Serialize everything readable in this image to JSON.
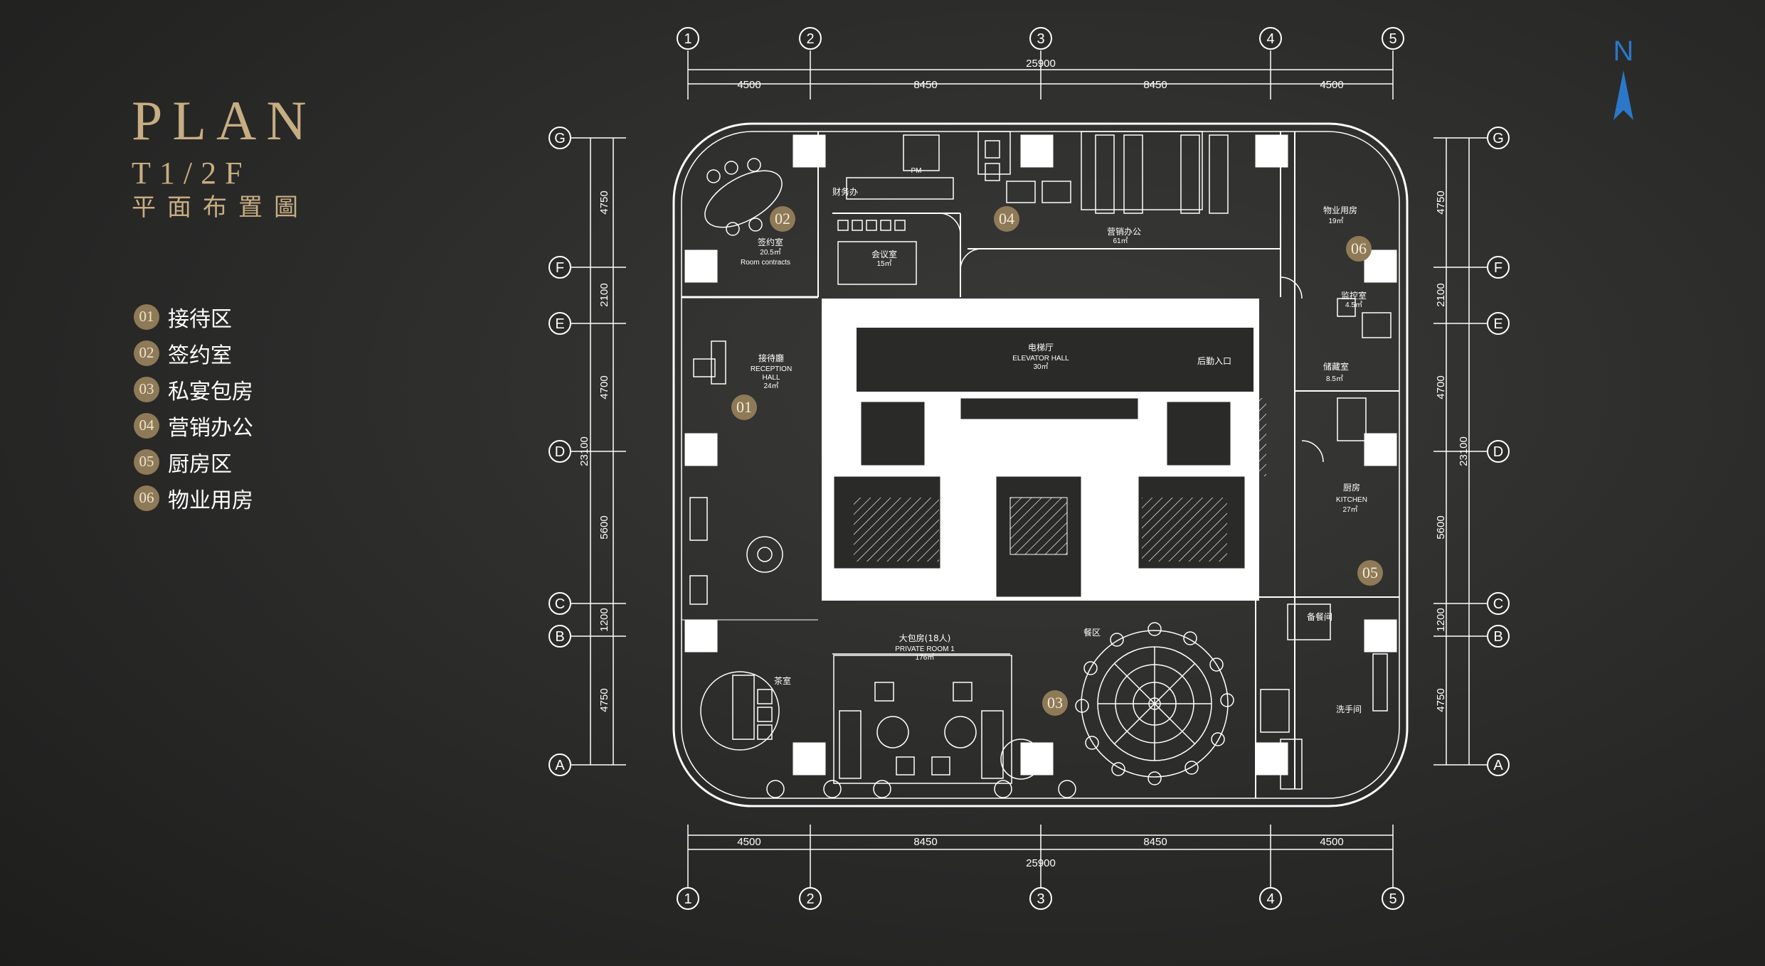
{
  "title": {
    "plan": "PLAN",
    "floor": "T1/2F",
    "subtitle": "平面布置圖"
  },
  "legend": [
    {
      "num": "01",
      "label": "接待区"
    },
    {
      "num": "02",
      "label": "签约室"
    },
    {
      "num": "03",
      "label": "私宴包房"
    },
    {
      "num": "04",
      "label": "营销办公"
    },
    {
      "num": "05",
      "label": "厨房区"
    },
    {
      "num": "06",
      "label": "物业用房"
    }
  ],
  "compass": {
    "label": "N",
    "color": "#2b78c8"
  },
  "colors": {
    "accent": "#c7ad82",
    "badge": "#8f7a57",
    "line": "#ffffff",
    "background": "#2a2a29"
  },
  "grid": {
    "columns": [
      "1",
      "2",
      "3",
      "4",
      "5"
    ],
    "rows": [
      "G",
      "F",
      "E",
      "D",
      "C",
      "B",
      "A"
    ],
    "dims_horizontal": [
      "4500",
      "8450",
      "8450",
      "4500"
    ],
    "total_horizontal": "25900",
    "dims_vertical": [
      "4750",
      "2100",
      "4700",
      "5600",
      "1200",
      "4750"
    ],
    "total_vertical": "23100"
  },
  "rooms": {
    "r01": {
      "cn": "接待廳",
      "en1": "RECEPTION",
      "en2": "HALL",
      "area": "24㎡"
    },
    "r02": {
      "cn": "签约室",
      "area": "20.5㎡",
      "en": "Room contracts"
    },
    "finance": {
      "cn": "财务办"
    },
    "pm": {
      "cn": "PM"
    },
    "meeting": {
      "cn": "会议室",
      "area": "15㎡"
    },
    "sales": {
      "cn": "营销办公",
      "area": "61㎡"
    },
    "property": {
      "cn": "物业用房",
      "area": "19㎡"
    },
    "monitor": {
      "cn": "监控室",
      "area": "4.5㎡"
    },
    "elevator": {
      "cn": "电梯厅",
      "en": "ELEVATOR HALL",
      "area": "30㎡"
    },
    "back_entry": {
      "cn": "后勤入口"
    },
    "storage": {
      "cn": "储藏室",
      "area": "8.5㎡"
    },
    "kitchen": {
      "cn": "厨房",
      "en": "KITCHEN",
      "area": "27㎡"
    },
    "prep": {
      "cn": "备餐间"
    },
    "restroom": {
      "cn": "洗手间"
    },
    "dining": {
      "cn": "餐区"
    },
    "private": {
      "cn": "大包房(18人)",
      "en": "PRIVATE ROOM 1",
      "area": "176㎡"
    },
    "tea": {
      "cn": "茶室"
    }
  },
  "zones": [
    "01",
    "02",
    "03",
    "04",
    "05",
    "06"
  ]
}
